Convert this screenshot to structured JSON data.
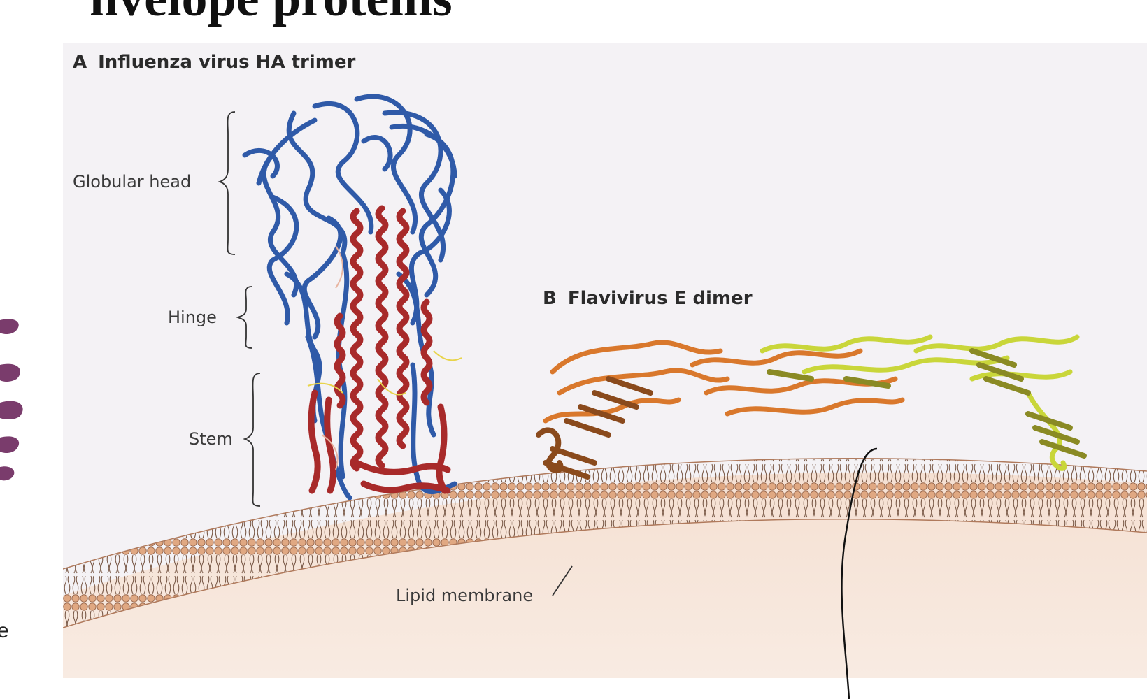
{
  "slide": {
    "title": "nvelope proteins",
    "left_edge_text": "e"
  },
  "figure": {
    "panel_a": {
      "letter": "A",
      "title": "Influenza virus HA trimer"
    },
    "panel_b": {
      "letter": "B",
      "title": "Flavivirus E dimer"
    },
    "labels": {
      "globular_head": "Globular head",
      "hinge": "Hinge",
      "stem": "Stem",
      "lipid_membrane": "Lipid membrane"
    },
    "colors": {
      "background": "#f4f2f5",
      "ha_blue": "#2f5aa8",
      "ha_red": "#a82a2a",
      "e_orange": "#d9782c",
      "e_brown": "#8a4a1c",
      "e_yellow": "#c9d63a",
      "e_olive": "#8a8a24",
      "membrane_head": "#e0a882",
      "membrane_tail": "#7a5a48",
      "cytoplasm": "#f7e6dc",
      "virion_purple": "#7a3c6c"
    }
  }
}
